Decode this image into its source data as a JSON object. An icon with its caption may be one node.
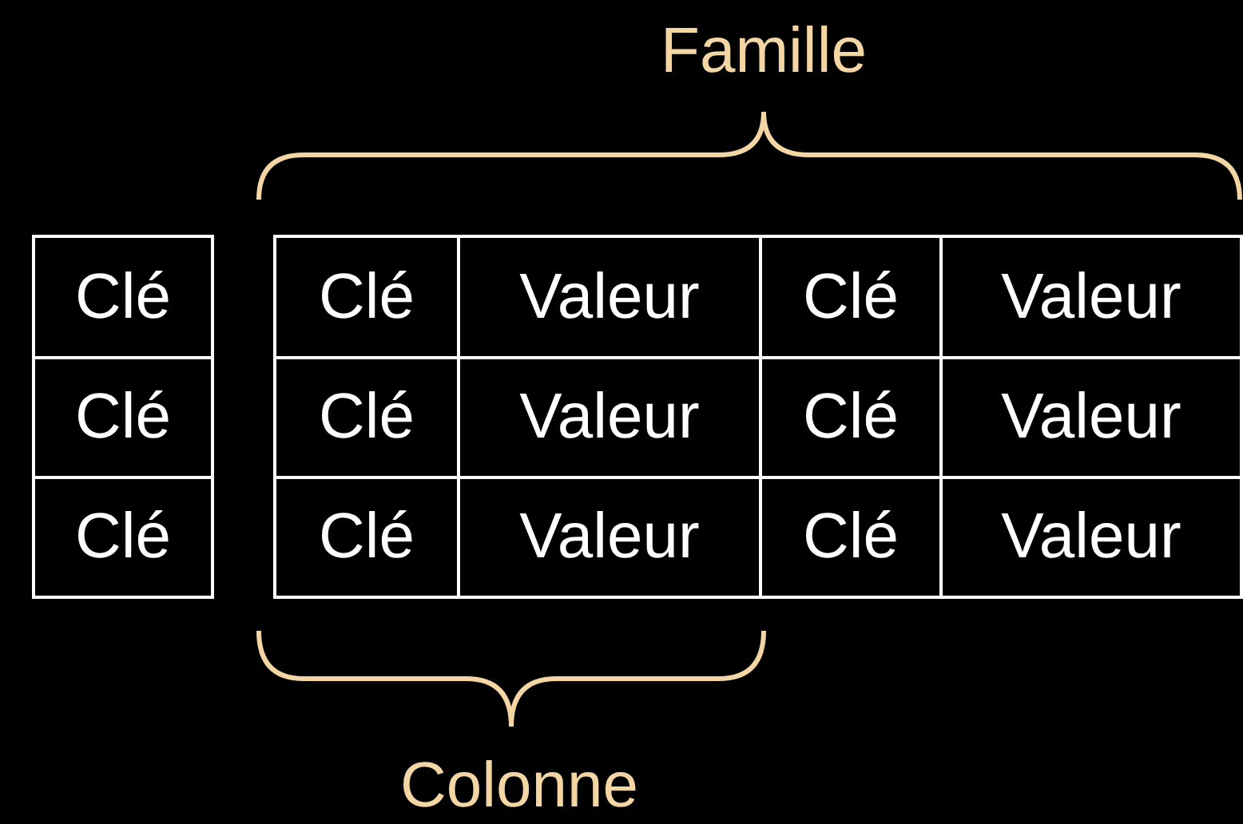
{
  "diagram": {
    "labels": [
      "Famille",
      "Clé",
      "Clé",
      "Valeur",
      "Clé",
      "Valeur",
      "Clé",
      "Clé",
      "Valeur",
      "Clé",
      "Valeur",
      "Clé",
      "Clé",
      "Valeur",
      "Clé",
      "Valeur",
      "Colonne"
    ]
  }
}
